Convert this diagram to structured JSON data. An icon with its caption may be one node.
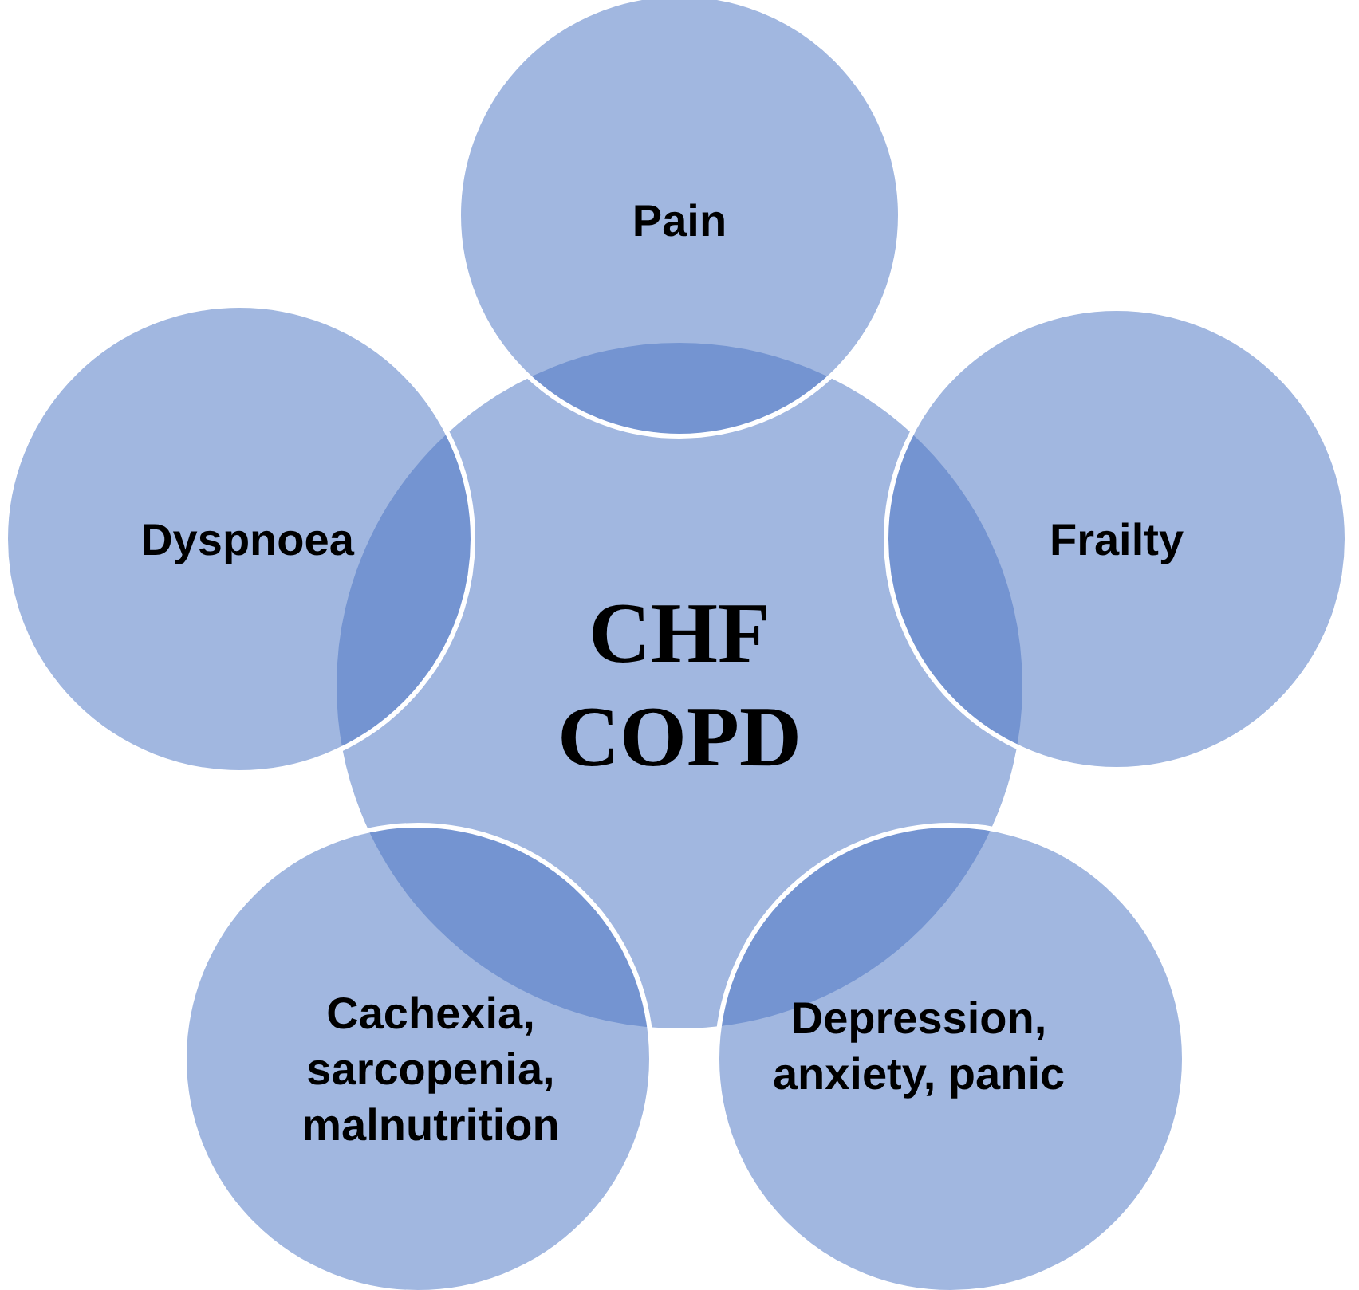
{
  "diagram": {
    "nodes": [
      {
        "text": [
          "CHF COPD"
        ]
      },
      {
        "text": [
          "Pain"
        ]
      },
      {
        "text": [
          "Dyspnoea"
        ]
      },
      {
        "text": [
          "Frailty"
        ]
      },
      {
        "text": [
          "Cachexia, sarcopenia, malnutrition"
        ]
      },
      {
        "text": [
          "Depression, anxiety, panic"
        ]
      }
    ]
  }
}
